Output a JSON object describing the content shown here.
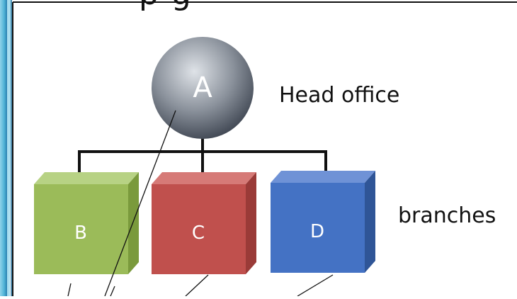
{
  "diagram": {
    "top_title_fragment": "p        g",
    "nodes": {
      "head": {
        "label": "A",
        "caption": "Head office"
      },
      "branch_b": {
        "label": "B"
      },
      "branch_c": {
        "label": "C"
      },
      "branch_d": {
        "label": "D"
      },
      "branches_caption": "branches"
    }
  },
  "colors": {
    "left_stripe_light": "#8fd3ea",
    "left_stripe_mid": "#4fb3d6",
    "left_stripe_dark": "#2a7fb0",
    "sphere_light": "#dfe3e8",
    "sphere_dark": "#3d4450",
    "green_front": "#9bbb59",
    "green_top": "#b7d284",
    "green_side": "#7a9a3c",
    "red_front": "#c0504d",
    "red_top": "#d67a77",
    "red_side": "#9a3b38",
    "blue_front": "#4472c4",
    "blue_top": "#6f92d6",
    "blue_side": "#2f5597"
  }
}
